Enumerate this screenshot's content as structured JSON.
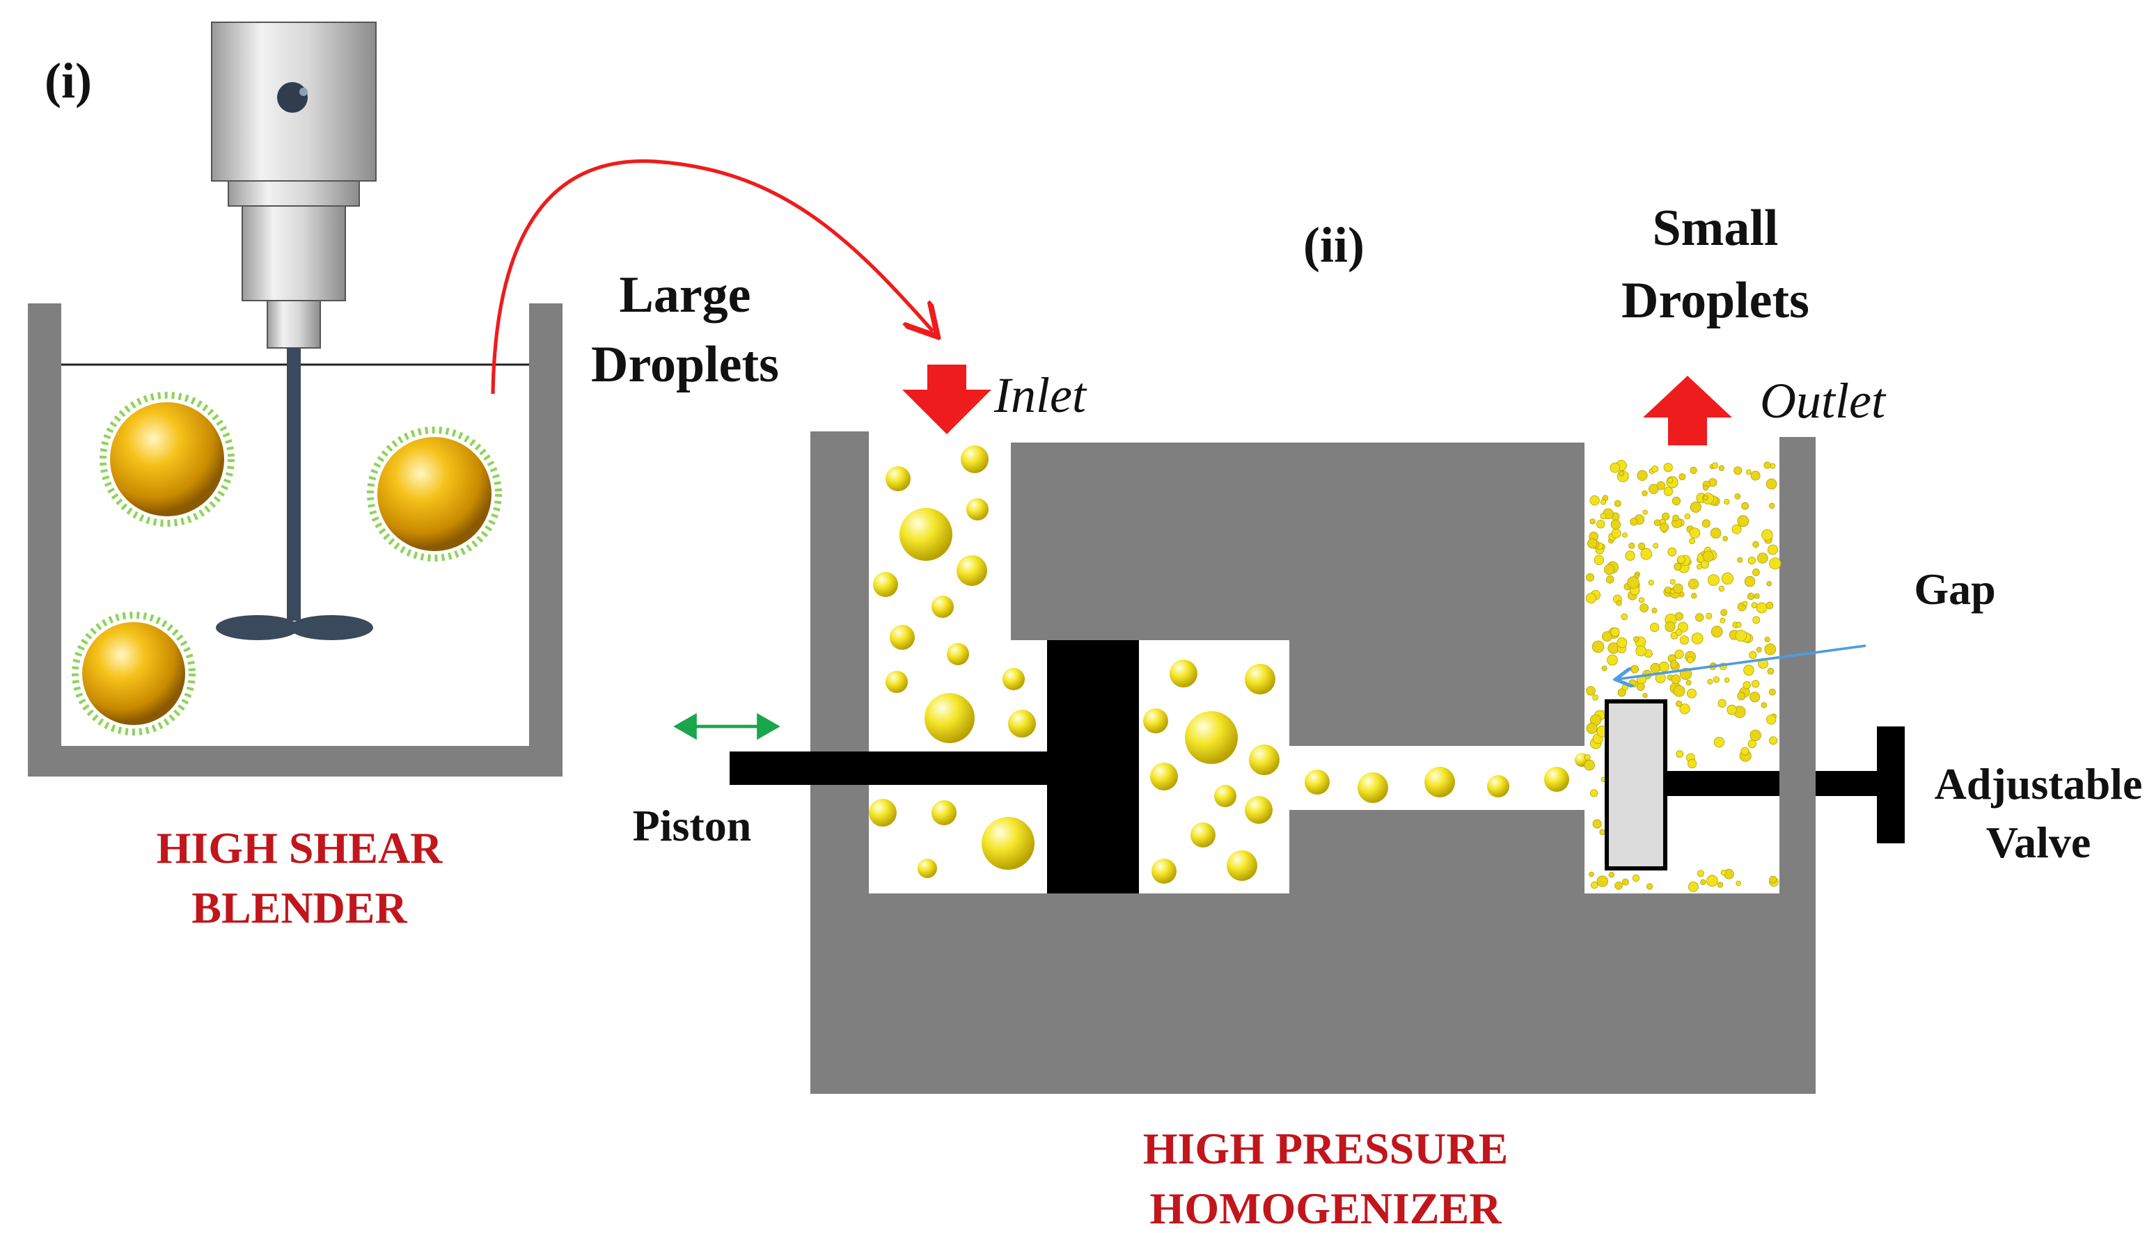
{
  "panels": {
    "blender_tag": "(i)",
    "homogenizer_tag": "(ii)"
  },
  "labels": {
    "large_droplets_line1": "Large",
    "large_droplets_line2": "Droplets",
    "small_droplets_line1": "Small",
    "small_droplets_line2": "Droplets",
    "inlet": "Inlet",
    "outlet": "Outlet",
    "gap": "Gap",
    "piston": "Piston",
    "valve_line1": "Adjustable",
    "valve_line2": "Valve",
    "blender_line1": "HIGH SHEAR",
    "blender_line2": "BLENDER",
    "homogenizer_line1": "HIGH PRESSURE",
    "homogenizer_line2": "HOMOGENIZER"
  },
  "colors": {
    "device_body": "#7f7f7f",
    "droplet_large": "#e0a800",
    "droplet_small": "#f2e21c",
    "flow_arrow": "#ee1c1c",
    "title_red": "#c0161c",
    "piston_arrow": "#1aa64a",
    "gap_pointer": "#4f9be0",
    "impeller": "#3a4a5c"
  },
  "icons": {
    "inlet_arrow": "red-down-arrow-icon",
    "outlet_arrow": "red-up-arrow-icon",
    "piston_motion": "double-headed-arrow-icon",
    "transfer": "curved-arrow-icon"
  }
}
